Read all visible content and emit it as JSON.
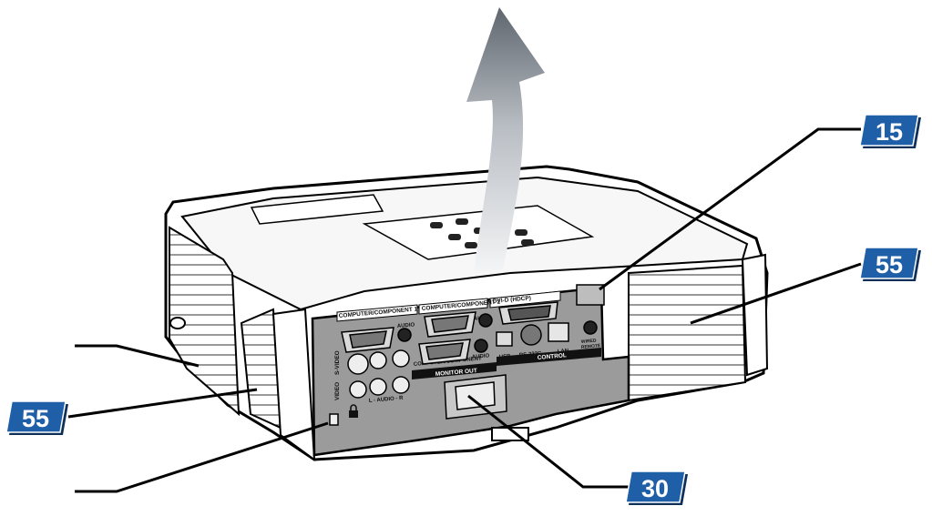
{
  "colors": {
    "badge": "#1f5fa8",
    "badge_shadow": "#0e2f5a",
    "panel": "#9b9b9b",
    "panel_dark": "#6d6d6d",
    "arrow_top": "#6b7178",
    "arrow_bottom": "#f2f3f4"
  },
  "callouts": {
    "top_right": "15",
    "right": "55",
    "left": "55",
    "bottom": "30"
  },
  "ports": {
    "computer1": "COMPUTER/COMPONENT 1",
    "audio1": "AUDIO",
    "computer2": "COMPUTER/COMPONENT 2",
    "audio2": "AUDIO",
    "dvi": "DVI-D (HDCP)",
    "computer_out": "COMPUTER/COMPONENT",
    "audio3": "AUDIO",
    "monitor_out": "MONITOR OUT",
    "usb": "USB",
    "rs232c": "RS-232C",
    "lan": "LAN",
    "wired_remote_1": "WIRED",
    "wired_remote_2": "REMOTE",
    "control": "CONTROL",
    "video": "VIDEO",
    "s_video": "S-VIDEO",
    "audio_lr": "L - AUDIO - R"
  },
  "icons": {
    "lock": "kensington-lock-icon",
    "arrow": "curved-up-arrow-icon"
  }
}
